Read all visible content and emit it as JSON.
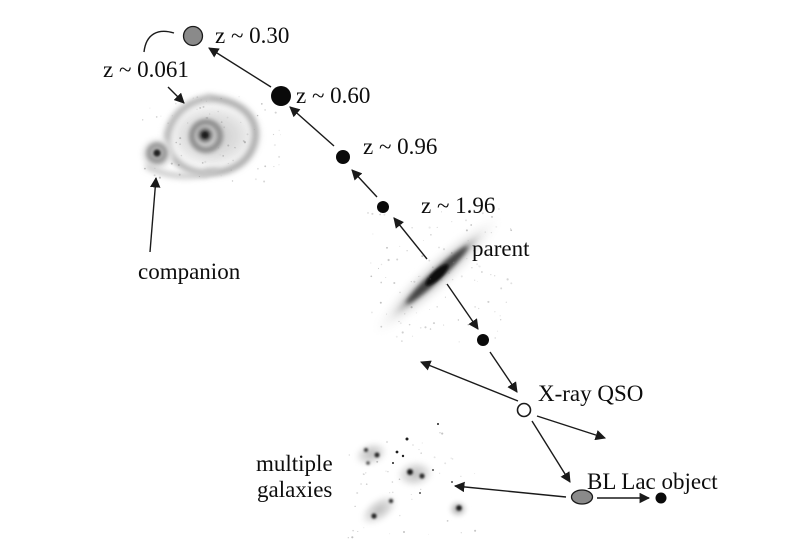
{
  "figure": {
    "background": "#ffffff",
    "labels": {
      "z030": "z ~ 0.30",
      "z0061": "z ~ 0.061",
      "z060": "z ~ 0.60",
      "z096": "z ~ 0.96",
      "z196": "z ~ 1.96",
      "parent": "parent",
      "companion": "companion",
      "multiple_line1": "multiple",
      "multiple_line2": "galaxies",
      "xray_qso": "X-ray QSO",
      "bl_lac": "BL Lac object"
    },
    "colors": {
      "gray_object": "#8a8a8a",
      "black_object": "#0a0a0a",
      "qso_fill": "#ffffff",
      "line": "#1a1a1a"
    }
  }
}
